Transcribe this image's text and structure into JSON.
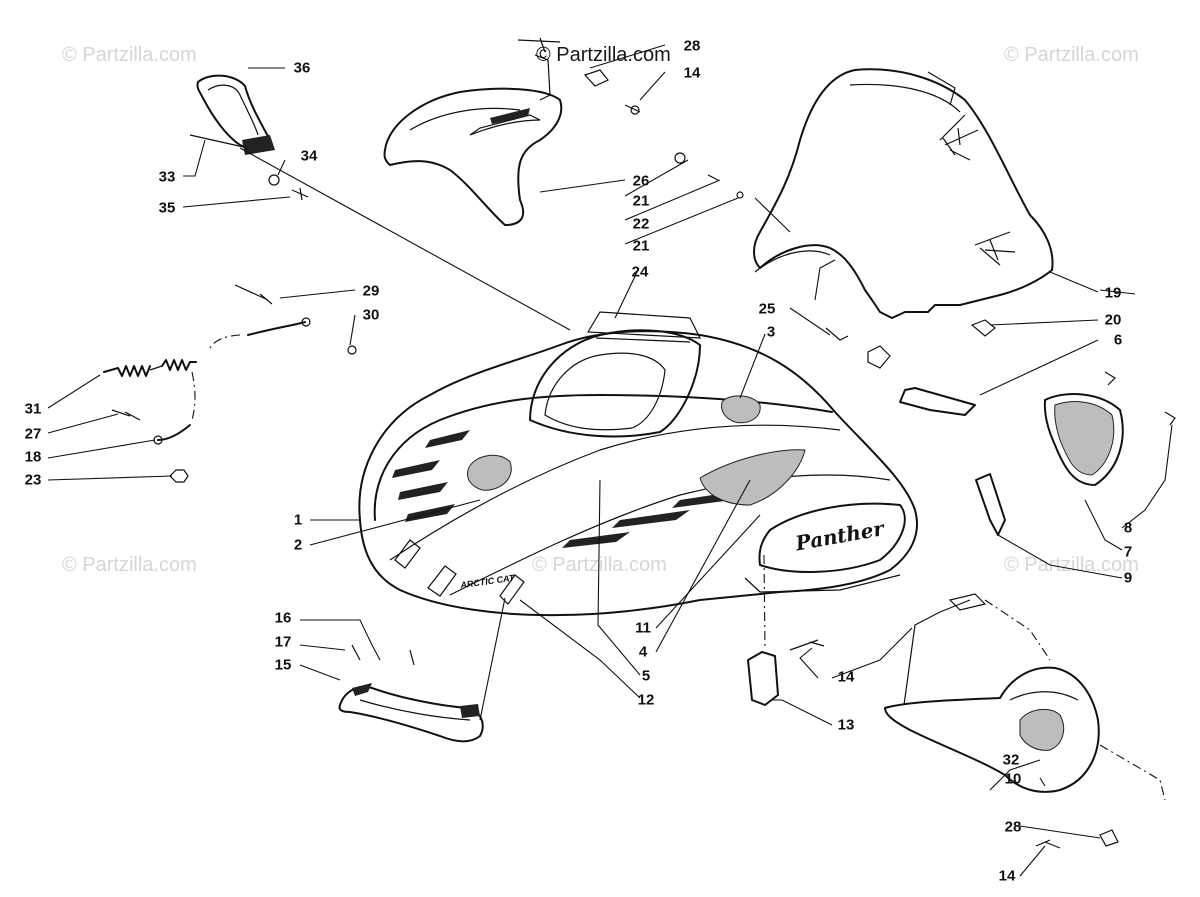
{
  "watermarks": {
    "main": "© Partzilla.com",
    "faint": "© Partzilla.com"
  },
  "decal_text": {
    "panther": "Panther",
    "brand": "ARCTIC CAT"
  },
  "callouts": {
    "c1": "1",
    "c2": "2",
    "c3": "3",
    "c4": "4",
    "c5": "5",
    "c6": "6",
    "c7": "7",
    "c8": "8",
    "c9": "9",
    "c10": "10",
    "c11": "11",
    "c12": "12",
    "c13": "13",
    "c14_top": "14",
    "c14_mid": "14",
    "c14_bottom": "14",
    "c15": "15",
    "c16": "16",
    "c17": "17",
    "c18": "18",
    "c19": "19",
    "c20": "20",
    "c21_a": "21",
    "c21_b": "21",
    "c22": "22",
    "c23": "23",
    "c24": "24",
    "c25": "25",
    "c26": "26",
    "c27": "27",
    "c28_top": "28",
    "c28_bottom": "28",
    "c29": "29",
    "c30": "30",
    "c31": "31",
    "c32": "32",
    "c33": "33",
    "c34": "34",
    "c35": "35",
    "c36": "36"
  }
}
